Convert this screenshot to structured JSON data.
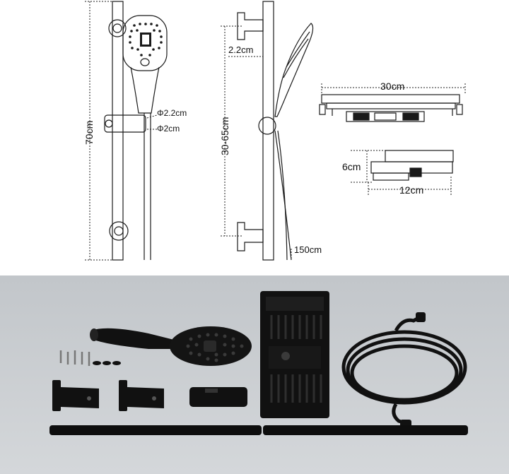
{
  "diagram": {
    "total_height_label": "70cm",
    "adjustable_range_label": "30-65cm",
    "bracket_offset_label": "2.2cm",
    "hose_length_label": "150cm",
    "rod_diameter_label": "Φ2.2cm",
    "hose_diameter_label": "Φ2cm",
    "shelf_width_label": "30cm",
    "shelf_height_label": "6cm",
    "shelf_depth_label": "12cm"
  },
  "colors": {
    "line": "#1a1a1a",
    "dimension": "#222222",
    "photo_bg": "#c9cdd1",
    "product": "#111111"
  }
}
